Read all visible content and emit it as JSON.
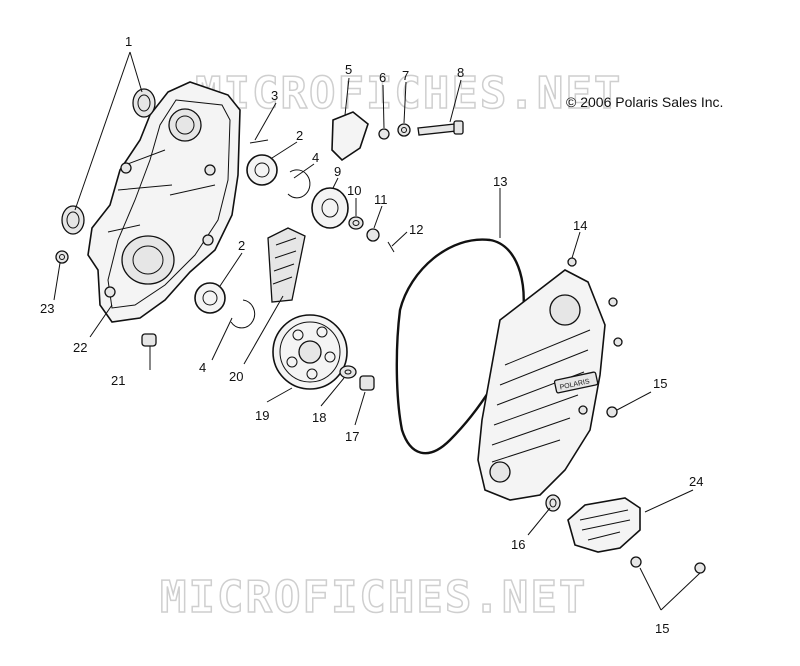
{
  "copyright": "© 2006 Polaris Sales Inc.",
  "watermark": "MICROFICHES.NET",
  "logo_text": "POLARIS",
  "callouts": {
    "c1": "1",
    "c2a": "2",
    "c2b": "2",
    "c3": "3",
    "c4a": "4",
    "c4b": "4",
    "c5": "5",
    "c6": "6",
    "c7": "7",
    "c8": "8",
    "c9": "9",
    "c10": "10",
    "c11": "11",
    "c12": "12",
    "c13": "13",
    "c14": "14",
    "c15a": "15",
    "c15b": "15",
    "c16": "16",
    "c17": "17",
    "c18": "18",
    "c19": "19",
    "c20": "20",
    "c21": "21",
    "c22": "22",
    "c23": "23",
    "c24": "24"
  }
}
